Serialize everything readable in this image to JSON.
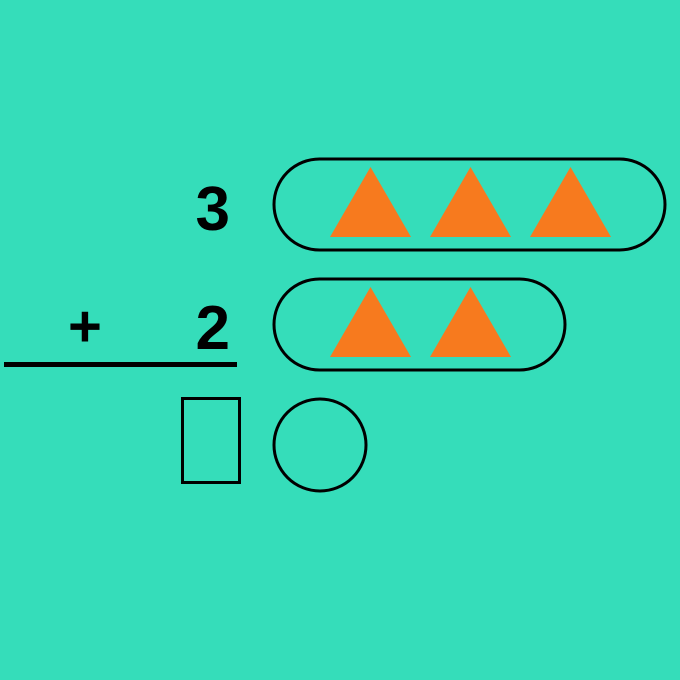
{
  "problem": {
    "top_number": "3",
    "bottom_number": "2",
    "operator": "+",
    "answer": ""
  },
  "groups": {
    "top_count": 3,
    "bottom_count": 2,
    "answer_count": 0
  },
  "colors": {
    "background": "#35DDBA",
    "triangle": "#F77A1E",
    "stroke": "#000000"
  },
  "icons": {
    "triangle": "triangle-icon",
    "answer_circle": "empty-circle-icon"
  }
}
